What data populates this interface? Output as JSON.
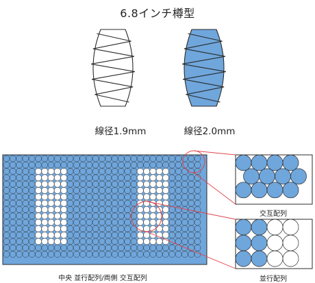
{
  "title": "6.8インチ樽型",
  "springs": [
    {
      "label": "線径1.9mm",
      "fill": "#ffffff"
    },
    {
      "label": "線径2.0mm",
      "fill": "#6fa6dc"
    }
  ],
  "diagram": {
    "main_caption": "中央 並行配列/両側 交互配列",
    "detail_top_caption": "交互配列",
    "detail_bottom_caption": "並行配列"
  },
  "colors": {
    "blue": "#6fa6dc",
    "stroke": "#2b2b2b",
    "leader": "#e0434a"
  }
}
